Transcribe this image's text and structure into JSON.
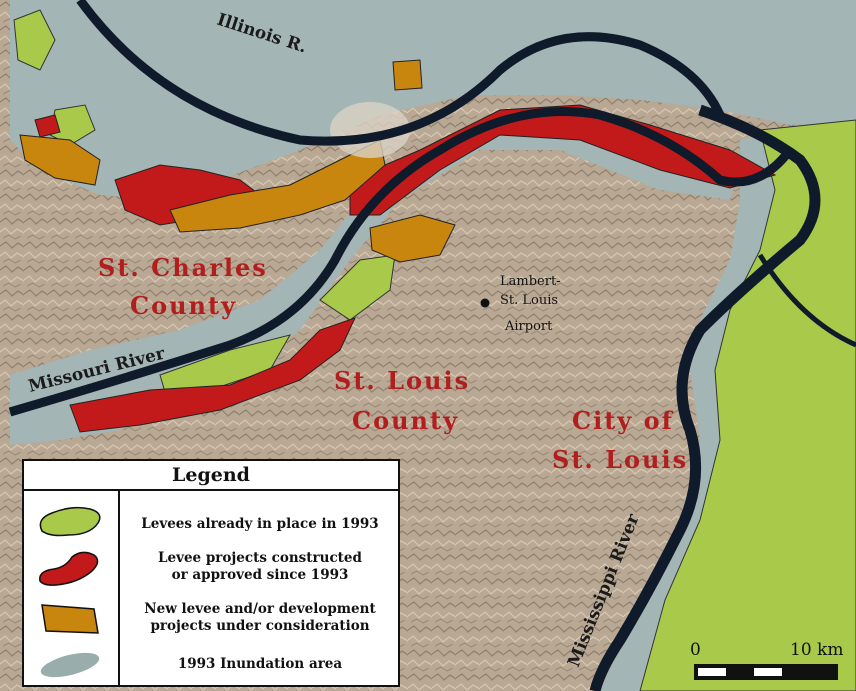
{
  "map": {
    "rivers": {
      "illinois": "Illinois R.",
      "missouri": "Missouri River",
      "mississippi": "Mississippi River"
    },
    "counties": {
      "st_charles_line1": "St. Charles",
      "st_charles_line2": "County",
      "st_louis_line1": "St. Louis",
      "st_louis_line2": "County",
      "city_line1": "City of",
      "city_line2": "St. Louis"
    },
    "airport": {
      "line1": "Lambert-",
      "line2": "St. Louis",
      "line3": "Airport"
    }
  },
  "legend": {
    "title": "Legend",
    "items": [
      {
        "text": "Levees already in place in 1993",
        "color": "#a9c94a",
        "icon": "green-levee-swatch-icon"
      },
      {
        "text_line1": "Levee projects constructed",
        "text_line2": "or approved since 1993",
        "color": "#c21a1a",
        "icon": "red-levee-swatch-icon"
      },
      {
        "text_line1": "New levee and/or development",
        "text_line2": "projects under consideration",
        "color": "#c8860f",
        "icon": "orange-levee-swatch-icon"
      },
      {
        "text": "1993 Inundation area",
        "color": "#98adac",
        "icon": "gray-inundation-swatch-icon"
      }
    ]
  },
  "scale": {
    "start_label": "0",
    "end_label": "10 km"
  },
  "colors": {
    "terrain": "#b9a894",
    "inundation": "#a3b5b4",
    "river": "#0f1a2a",
    "existing_levee": "#a9c94a",
    "new_levee": "#c21a1a",
    "proposed": "#c8860f",
    "county_label": "#b01e1e"
  }
}
